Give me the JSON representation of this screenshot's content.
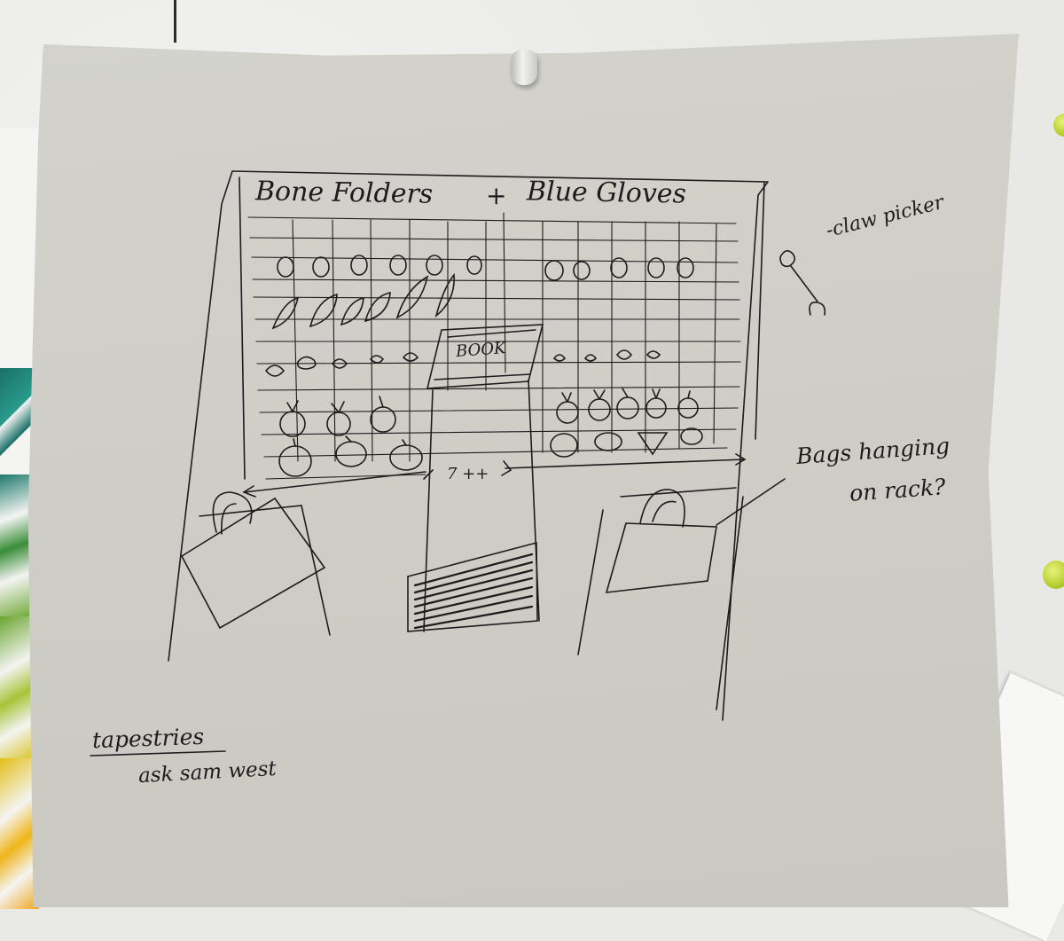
{
  "sketch": {
    "title_left": "Bone Folders",
    "title_plus": "+",
    "title_right": "Blue Gloves",
    "book_label": "BOOK",
    "center_arrow_text": "7 ++",
    "note_top_right": "-claw picker",
    "note_bags_line1": "Bags hanging",
    "note_bags_line2": "on rack?",
    "note_bottom_line1": "tapestries",
    "note_bottom_line2": "ask sam west"
  },
  "colors": {
    "paper": "#cfcec7",
    "ink": "#1c1c1c",
    "wall": "#e8e8e5",
    "pin_green": "#b9cf32"
  }
}
